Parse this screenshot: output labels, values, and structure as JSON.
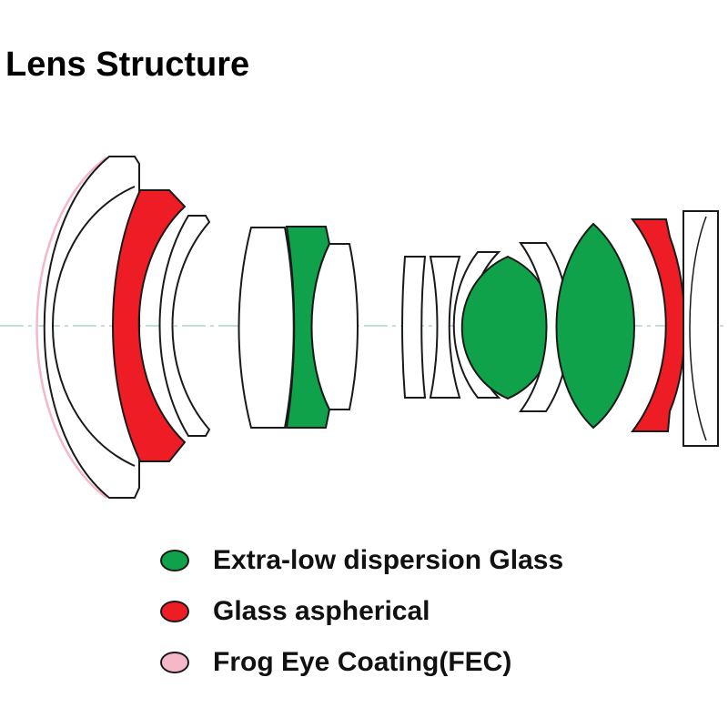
{
  "title": "Lens Structure",
  "colors": {
    "ed_glass": "#10a24b",
    "aspherical": "#ee1c24",
    "fec": "#f6b8c9",
    "plain": "#ffffff",
    "outline": "#1a1a1a",
    "axis": "#9cc9c4"
  },
  "legend": [
    {
      "label": "Extra-low dispersion Glass",
      "color": "#10a24b"
    },
    {
      "label": "Glass aspherical",
      "color": "#ee1c24"
    },
    {
      "label": "Frog Eye Coating(FEC)",
      "color": "#f6b8c9"
    }
  ]
}
